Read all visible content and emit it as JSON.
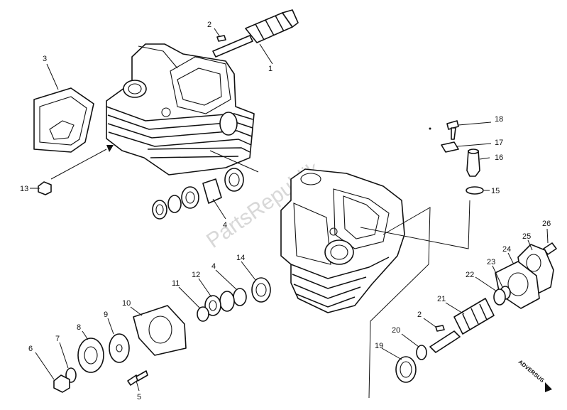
{
  "watermark": "PartsRepublik",
  "stamp": "ADVERSUS",
  "labels": [
    {
      "id": "l1",
      "text": "1"
    },
    {
      "id": "l2a",
      "text": "2"
    },
    {
      "id": "l3",
      "text": "3"
    },
    {
      "id": "l13",
      "text": "13"
    },
    {
      "id": "l4a",
      "text": "4"
    },
    {
      "id": "l18",
      "text": "18"
    },
    {
      "id": "l17",
      "text": "17"
    },
    {
      "id": "l16",
      "text": "16"
    },
    {
      "id": "l15",
      "text": "15"
    },
    {
      "id": "l26",
      "text": "26"
    },
    {
      "id": "l25",
      "text": "25"
    },
    {
      "id": "l24",
      "text": "24"
    },
    {
      "id": "l23",
      "text": "23"
    },
    {
      "id": "l22",
      "text": "22"
    },
    {
      "id": "l21",
      "text": "21"
    },
    {
      "id": "l2b",
      "text": "2"
    },
    {
      "id": "l20",
      "text": "20"
    },
    {
      "id": "l19",
      "text": "19"
    },
    {
      "id": "l14",
      "text": "14"
    },
    {
      "id": "l4b",
      "text": "4"
    },
    {
      "id": "l12",
      "text": "12"
    },
    {
      "id": "l11",
      "text": "11"
    },
    {
      "id": "l10",
      "text": "10"
    },
    {
      "id": "l9",
      "text": "9"
    },
    {
      "id": "l8",
      "text": "8"
    },
    {
      "id": "l7",
      "text": "7"
    },
    {
      "id": "l6",
      "text": "6"
    },
    {
      "id": "l5",
      "text": "5"
    }
  ]
}
